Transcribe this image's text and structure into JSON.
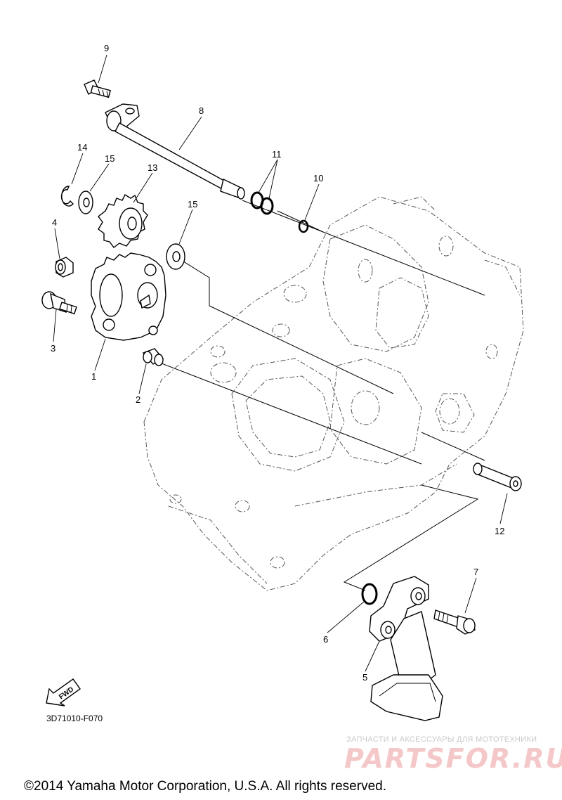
{
  "callouts": {
    "c1": "1",
    "c2": "2",
    "c3": "3",
    "c4": "4",
    "c5": "5",
    "c6": "6",
    "c7": "7",
    "c8": "8",
    "c9": "9",
    "c10": "10",
    "c11": "11",
    "c12": "12",
    "c13": "13",
    "c14": "14",
    "c15a": "15",
    "c15b": "15"
  },
  "diagram_code": "3D71010-F070",
  "fwd_label": "FWD",
  "copyright": "©2014 Yamaha Motor Corporation, U.S.A. All rights reserved.",
  "watermark": {
    "tagline": "ЗАПЧАСТИ И АКСЕССУАРЫ ДЛЯ МОТОТЕХНИКИ",
    "site": "PARTSFOR.RU",
    "color": "#f4c8c8"
  }
}
